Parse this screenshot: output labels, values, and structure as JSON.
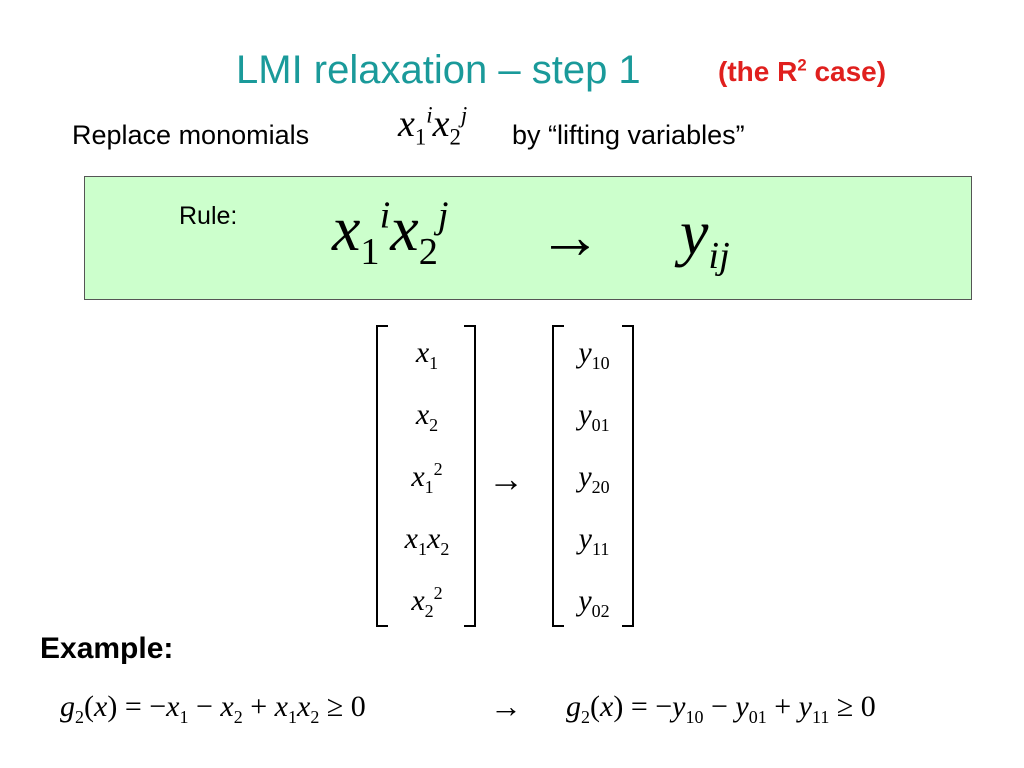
{
  "title": "LMI relaxation – step 1",
  "subtitle_prefix": "(the R",
  "subtitle_sup": "2",
  "subtitle_suffix": " case)",
  "intro": {
    "replace_label": "Replace monomials",
    "by_label": "by “lifting variables”"
  },
  "rule": {
    "label": "Rule:",
    "arrow": "→"
  },
  "vector_mapping": {
    "arrow": "→",
    "left": [
      {
        "base": "x",
        "sub": "1",
        "sup": ""
      },
      {
        "base": "x",
        "sub": "2",
        "sup": ""
      },
      {
        "base": "x",
        "sub": "1",
        "sup": "2"
      },
      {
        "base": "x₁x₂",
        "sub": "",
        "sup": ""
      },
      {
        "base": "x",
        "sub": "2",
        "sup": "2"
      }
    ],
    "right": [
      {
        "base": "y",
        "sub": "10"
      },
      {
        "base": "y",
        "sub": "01"
      },
      {
        "base": "y",
        "sub": "20"
      },
      {
        "base": "y",
        "sub": "11"
      },
      {
        "base": "y",
        "sub": "02"
      }
    ]
  },
  "example": {
    "label": "Example:",
    "arrow": "→"
  }
}
